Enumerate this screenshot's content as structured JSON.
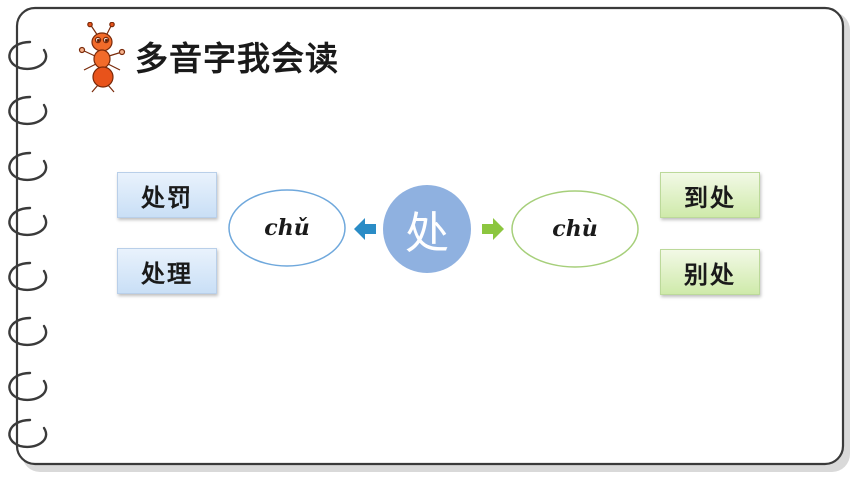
{
  "title": "多音字我会读",
  "center_char": "处",
  "left": {
    "pinyin": "chǔ",
    "words": [
      "处罚",
      "处理"
    ]
  },
  "right": {
    "pinyin": "chù",
    "words": [
      "到处",
      "别处"
    ]
  },
  "colors": {
    "center_circle": "#8fb1e0",
    "left_arrow": "#2a8cc6",
    "right_arrow": "#8cc63f",
    "blue_box": "#c9dff6",
    "green_box": "#cfeaaa"
  }
}
